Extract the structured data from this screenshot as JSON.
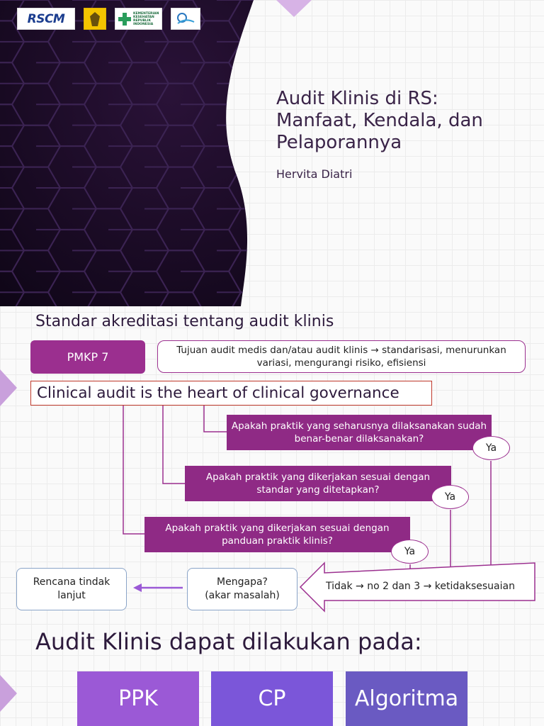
{
  "slide1": {
    "logos": {
      "rscm": "RSCM",
      "kemenkes_text": [
        "KEMENTERIAN",
        "KESEHATAN",
        "REPUBLIK",
        "INDONESIA"
      ]
    },
    "title_lines": [
      "Audit Klinis di RS:",
      "Manfaat, Kendala, dan",
      "Pelaporannya"
    ],
    "author": "Hervita Diatri",
    "colors": {
      "dark_bg": "#1a0a26",
      "hex_stroke": "#3a2350",
      "accent": "#c9a0dc"
    }
  },
  "slide2": {
    "title": "Standar akreditasi tentang audit klinis",
    "pmkp_label": "PMKP 7",
    "tujuan_text": "Tujuan audit medis dan/atau audit klinis → standarisasi, menurunkan variasi, mengurangi risiko, efisiensi",
    "heart_text": "Clinical audit is the heart of clinical governance",
    "questions": [
      {
        "text": "Apakah praktik yang seharusnya dilaksanakan sudah benar-benar dilaksanakan?",
        "answer": "Ya"
      },
      {
        "text": "Apakah praktik yang dikerjakan sesuai dengan standar yang ditetapkan?",
        "answer": "Ya"
      },
      {
        "text": "Apakah praktik yang dikerjakan sesuai dengan panduan praktik klinis?",
        "answer": "Ya"
      }
    ],
    "rencana_text": "Rencana tindak lanjut",
    "mengapa_text": "Mengapa?\n(akar masalah)",
    "tidak_text": "Tidak → no 2 dan 3 → ketidaksesuaian",
    "colors": {
      "question_bg": "#8f2a85",
      "pmkp_bg": "#9b2f8f",
      "heart_border": "#c0392b",
      "box_border": "#8aa4c8"
    }
  },
  "slide3": {
    "title": "Audit Klinis dapat dilakukan pada:",
    "categories": [
      "PPK",
      "CP",
      "Algoritma"
    ],
    "colors": [
      "#9b59d6",
      "#7b56d9",
      "#6a5ac2"
    ]
  }
}
